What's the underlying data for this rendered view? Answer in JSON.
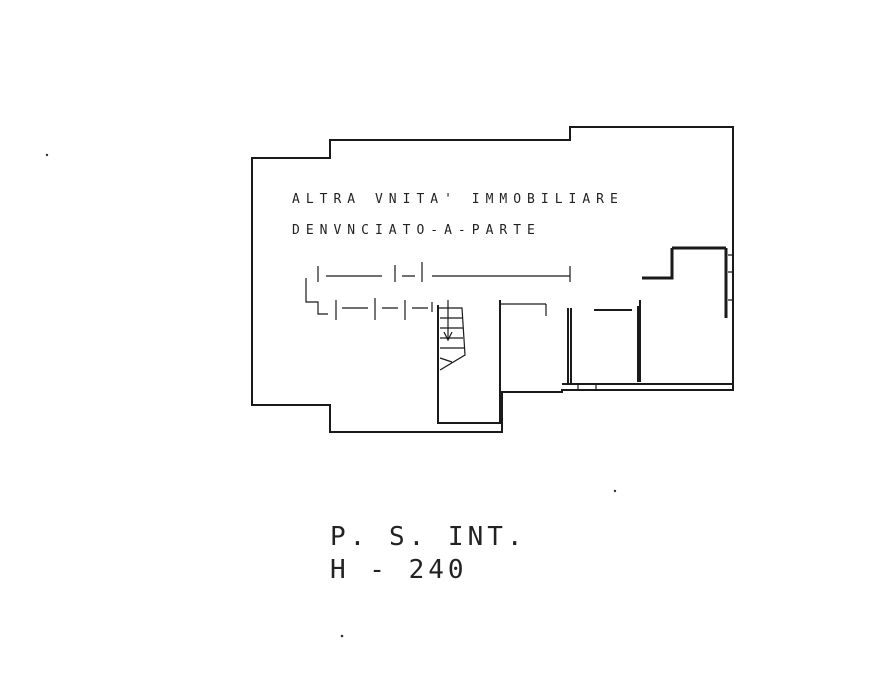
{
  "plan": {
    "note_line1": "ALTRA VNITA' IMMOBILIARE",
    "note_line2": "DENVNCIATO-A-PARTE",
    "floor_label": "P. S. INT.",
    "height_label": "H - 240"
  }
}
